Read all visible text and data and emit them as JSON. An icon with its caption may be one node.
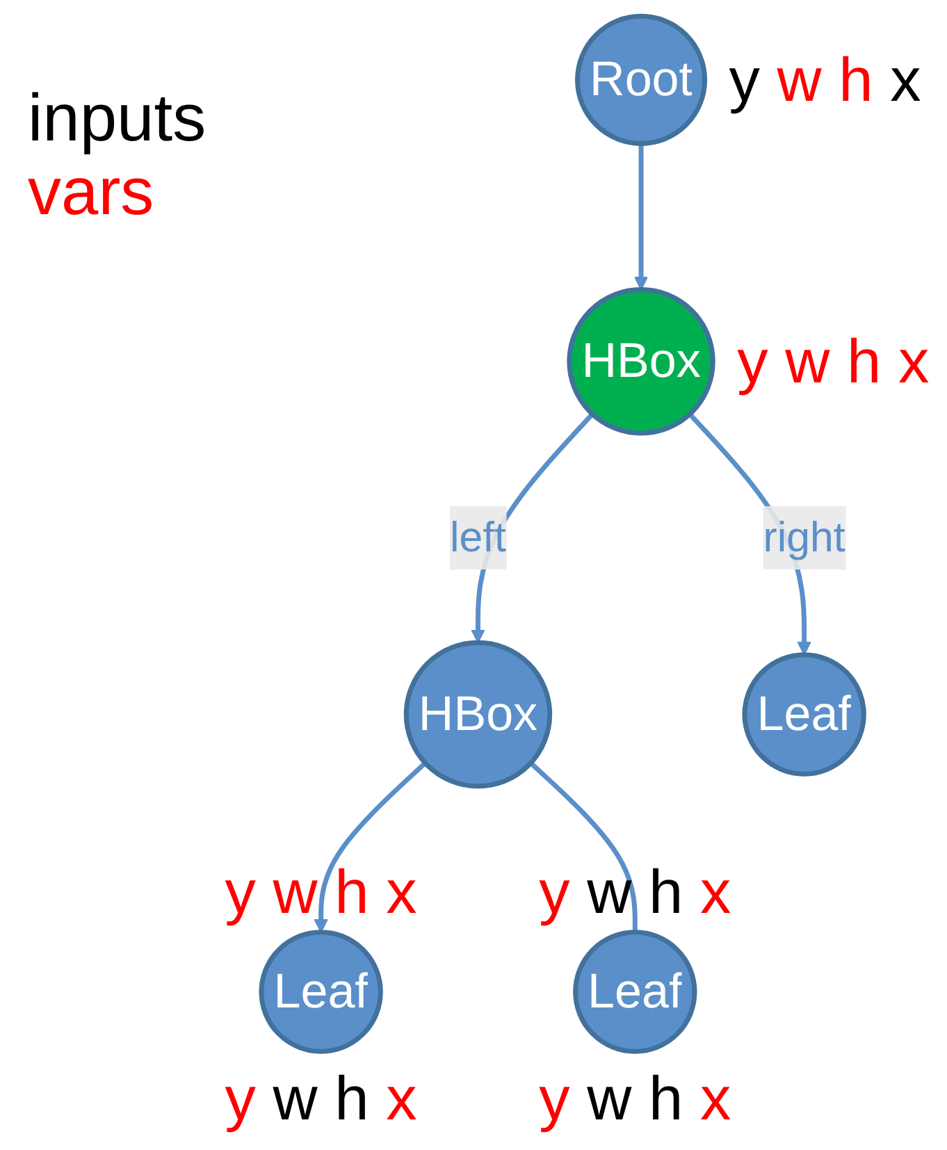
{
  "diagram": {
    "nodes": [
      {
        "text": [
          "Root"
        ],
        "beside": [
          "y w h x"
        ]
      },
      {
        "text": [
          "HBox"
        ],
        "beside": [
          "y w h x"
        ]
      },
      {
        "text": [
          "HBox"
        ]
      },
      {
        "text": [
          "Leaf"
        ]
      },
      {
        "text": [
          "Leaf"
        ],
        "beside": [
          "y w h x",
          "y w h x"
        ]
      },
      {
        "text": [
          "Leaf"
        ],
        "beside": [
          "y w h x",
          "y w h x"
        ]
      }
    ],
    "edges": [
      {
        "from": 0,
        "to": 1,
        "arrow": "to"
      },
      {
        "from": 1,
        "to": 2,
        "arrow": "to",
        "label": "left"
      },
      {
        "from": 1,
        "to": 3,
        "arrow": "to",
        "label": "right"
      },
      {
        "from": 2,
        "to": 4,
        "arrow": "to"
      },
      {
        "from": 2,
        "to": 5,
        "arrow": "none"
      }
    ],
    "legend": [
      {
        "text": "inputs",
        "color": "#000000"
      },
      {
        "text": "vars",
        "color": "#ff0000"
      }
    ]
  }
}
